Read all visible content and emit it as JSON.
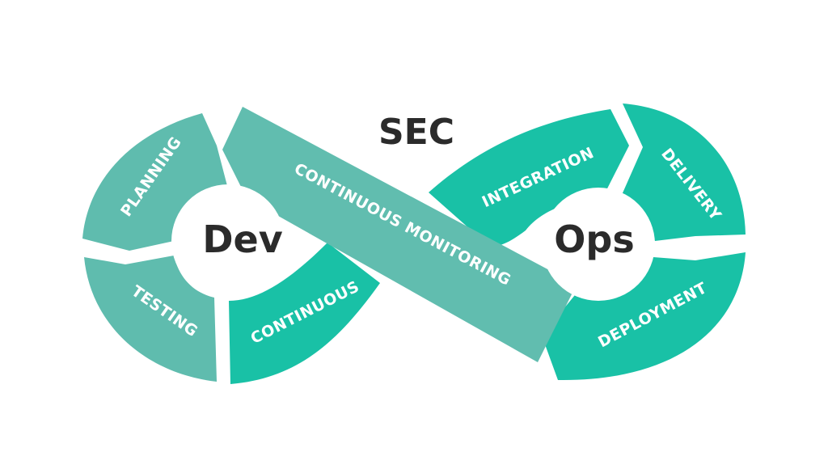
{
  "title": "SEC",
  "hubs": {
    "dev": "Dev",
    "ops": "Ops"
  },
  "segments": {
    "planning": "PLANNING",
    "testing": "TESTING",
    "continuous": "CONTINUOUS",
    "integration": "INTEGRATION",
    "delivery": "DELIVERY",
    "deployment": "DEPLOYMENT",
    "continuous_monitoring": "CONTINUOUS MONITORING"
  },
  "colors": {
    "left_loop": "#5fbcae",
    "right_loop": "#19c1a6",
    "monitoring_band": "#61bdaf",
    "dark_text": "#2b2b2b",
    "white": "#ffffff"
  }
}
